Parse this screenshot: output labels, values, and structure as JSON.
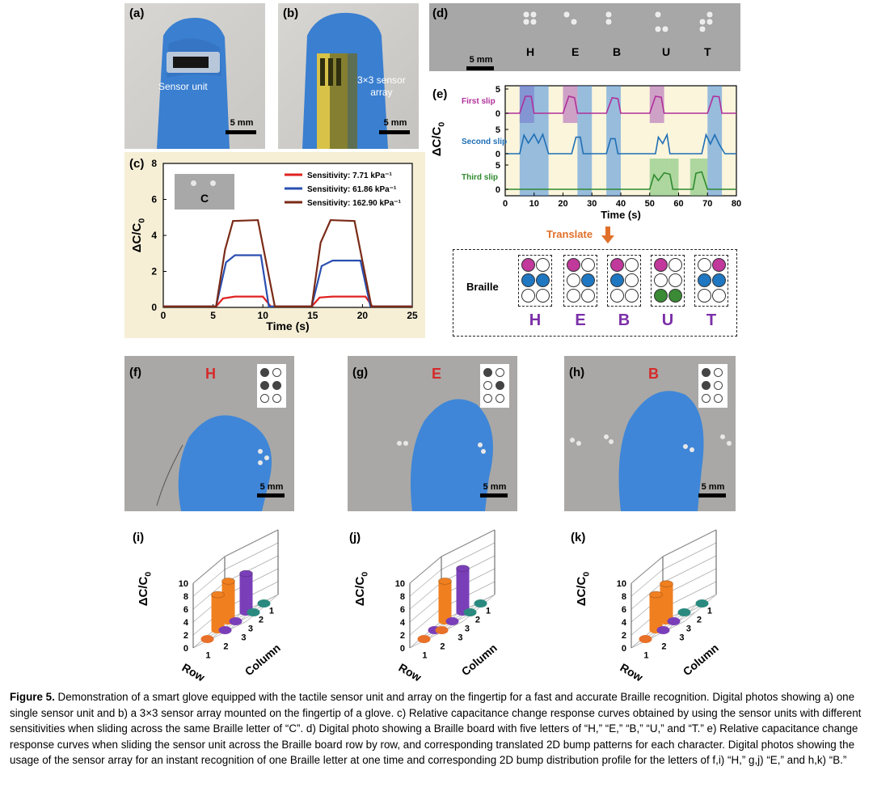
{
  "panels": {
    "a": {
      "label": "(a)",
      "annotation": "Sensor unit",
      "scale": "5 mm"
    },
    "b": {
      "label": "(b)",
      "annotation": "3×3 sensor\narray",
      "scale": "5 mm"
    },
    "d": {
      "label": "(d)",
      "letters": [
        "H",
        "E",
        "B",
        "U",
        "T"
      ],
      "scale": "5 mm"
    },
    "c": {
      "label": "(c)",
      "inset_letter": "C"
    },
    "e": {
      "label": "(e)",
      "translate": "Translate"
    },
    "braille": {
      "row_label": "Braille",
      "cells": [
        {
          "letter": "H",
          "dots": [
            "p",
            "w",
            "b",
            "b",
            "w",
            "w"
          ]
        },
        {
          "letter": "E",
          "dots": [
            "p",
            "w",
            "w",
            "b",
            "w",
            "w"
          ]
        },
        {
          "letter": "B",
          "dots": [
            "p",
            "w",
            "b",
            "w",
            "w",
            "w"
          ]
        },
        {
          "letter": "U",
          "dots": [
            "p",
            "w",
            "w",
            "w",
            "g",
            "g"
          ]
        },
        {
          "letter": "T",
          "dots": [
            "w",
            "p",
            "b",
            "b",
            "w",
            "w"
          ]
        }
      ],
      "colors": {
        "p": "#c0399b",
        "b": "#1f77c1",
        "g": "#3a8a36",
        "w": "#ffffff",
        "letter": "#7b2fa8"
      }
    },
    "f": {
      "label": "(f)",
      "letter": "H",
      "scale": "5 mm",
      "dots": [
        "k",
        "w",
        "k",
        "k",
        "w",
        "w"
      ]
    },
    "g": {
      "label": "(g)",
      "letter": "E",
      "scale": "5 mm",
      "dots": [
        "k",
        "w",
        "w",
        "k",
        "w",
        "w"
      ]
    },
    "h": {
      "label": "(h)",
      "letter": "B",
      "scale": "5 mm",
      "dots": [
        "k",
        "w",
        "k",
        "w",
        "w",
        "w"
      ]
    },
    "i": {
      "label": "(i)"
    },
    "j": {
      "label": "(j)"
    },
    "k": {
      "label": "(k)"
    }
  },
  "chart_data": [
    {
      "panel": "c",
      "type": "line",
      "xlabel": "Time (s)",
      "ylabel": "ΔC/C0",
      "xlim": [
        0,
        25
      ],
      "ylim": [
        0,
        8
      ],
      "xticks": [
        0,
        5,
        10,
        15,
        20,
        25
      ],
      "yticks": [
        0,
        2,
        4,
        6,
        8
      ],
      "legend_position": "top-right",
      "series": [
        {
          "name": "Sensitivity: 7.71 kPa⁻¹",
          "color": "#e02020",
          "x": [
            0,
            5.3,
            6.0,
            7.2,
            10.0,
            10.8,
            14.9,
            15.7,
            17.0,
            20.3,
            21.0,
            25
          ],
          "y": [
            0.05,
            0.05,
            0.5,
            0.6,
            0.6,
            0.05,
            0.05,
            0.55,
            0.6,
            0.6,
            0.05,
            0.05
          ]
        },
        {
          "name": "Sensitivity: 61.86 kPa⁻¹",
          "color": "#2a4fb0",
          "x": [
            0,
            5.3,
            6.3,
            7.2,
            9.8,
            10.6,
            14.9,
            15.9,
            17.0,
            19.8,
            20.8,
            25
          ],
          "y": [
            0.05,
            0.05,
            2.5,
            2.9,
            2.9,
            0.05,
            0.05,
            2.3,
            2.6,
            2.6,
            0.05,
            0.05
          ]
        },
        {
          "name": "Sensitivity: 162.90 kPa⁻¹",
          "color": "#7a2a17",
          "x": [
            0,
            5.3,
            6.2,
            7.0,
            9.5,
            11.2,
            14.9,
            15.8,
            16.8,
            19.2,
            20.9,
            25
          ],
          "y": [
            0.05,
            0.05,
            3.2,
            4.8,
            4.85,
            0.05,
            0.05,
            3.6,
            4.85,
            4.8,
            0.05,
            0.05
          ]
        }
      ]
    },
    {
      "panel": "e",
      "type": "line",
      "xlabel": "Time (s)",
      "ylabel": "ΔC/C0",
      "xlim": [
        0,
        80
      ],
      "xticks": [
        0,
        10,
        20,
        30,
        40,
        50,
        60,
        70,
        80
      ],
      "yticks_each": [
        0,
        5
      ],
      "series": [
        {
          "name": "First slip",
          "color": "#b0309a",
          "x": [
            0,
            5,
            7,
            9,
            10,
            20,
            22,
            24,
            25,
            35,
            37,
            39,
            40,
            50,
            52,
            54,
            55,
            70,
            72,
            74,
            75,
            80
          ],
          "y": [
            0,
            0,
            3.5,
            3.5,
            0,
            0,
            3.5,
            3.2,
            0,
            0,
            3.2,
            3.0,
            0,
            0,
            3.5,
            3.3,
            0,
            0,
            3.5,
            3.4,
            0,
            0
          ]
        },
        {
          "name": "Second slip",
          "color": "#1f6fb5",
          "x": [
            0,
            5,
            6.5,
            8,
            10,
            11.5,
            13,
            15,
            23,
            24.5,
            26,
            27,
            35,
            36.5,
            38,
            39,
            52,
            53,
            54.5,
            56,
            57,
            68,
            69.5,
            71,
            72.5,
            74,
            76,
            80
          ],
          "y": [
            0,
            0,
            3.8,
            2.2,
            4.0,
            2.2,
            4.0,
            0,
            0,
            3.4,
            3.4,
            0,
            0,
            3.1,
            3.1,
            0,
            0,
            3.4,
            2.1,
            3.9,
            0,
            0,
            3.9,
            2.0,
            3.9,
            2.0,
            0,
            0
          ]
        },
        {
          "name": "Third slip",
          "color": "#2f8a2f",
          "x": [
            0,
            50,
            51.5,
            53,
            55,
            57,
            58,
            59,
            65,
            66,
            68,
            70,
            80
          ],
          "y": [
            0,
            0,
            3.0,
            1.8,
            3.4,
            3.1,
            0,
            0,
            0,
            3.3,
            3.6,
            0,
            0
          ]
        }
      ],
      "shading": [
        {
          "from": 5,
          "to": 10,
          "color": "purple"
        },
        {
          "from": 5,
          "to": 15,
          "color": "blue"
        },
        {
          "from": 20,
          "to": 25,
          "color": "purple"
        },
        {
          "from": 25,
          "to": 30,
          "color": "blue"
        },
        {
          "from": 35,
          "to": 40,
          "color": "blue"
        },
        {
          "from": 50,
          "to": 55,
          "color": "purple"
        },
        {
          "from": 50,
          "to": 57,
          "color": "green"
        },
        {
          "from": 57,
          "to": 60,
          "color": "green"
        },
        {
          "from": 64,
          "to": 70,
          "color": "green"
        },
        {
          "from": 70,
          "to": 75,
          "color": "blue"
        }
      ]
    },
    {
      "panel": "i",
      "type": "bar3d",
      "xlabel": "Row",
      "ylabel": "Column",
      "zlabel": "ΔC/C0",
      "zlim": [
        0,
        10
      ],
      "zticks": [
        0,
        2,
        4,
        6,
        8,
        10
      ],
      "bars": [
        {
          "row": 1,
          "col": 1,
          "value": 6.2,
          "color": "#f07f20"
        },
        {
          "row": 2,
          "col": 1,
          "value": 5.5,
          "color": "#f07f20"
        },
        {
          "row": 1,
          "col": 2,
          "value": 6.0,
          "color": "#7a3fb8"
        },
        {
          "row": 2,
          "col": 2,
          "value": 0.2,
          "color": "#7a3fb8"
        },
        {
          "row": 3,
          "col": 1,
          "value": 0.2,
          "color": "#e87028"
        },
        {
          "row": 1,
          "col": 3,
          "value": 0.2,
          "color": "#2a8a80"
        },
        {
          "row": 2,
          "col": 3,
          "value": 0.2,
          "color": "#2a8a80"
        },
        {
          "row": 3,
          "col": 2,
          "value": 0.2,
          "color": "#7a3fb8"
        }
      ]
    },
    {
      "panel": "j",
      "type": "bar3d",
      "xlabel": "Row",
      "ylabel": "Column",
      "zlabel": "ΔC/C0",
      "zlim": [
        0,
        10
      ],
      "zticks": [
        0,
        2,
        4,
        6,
        8,
        10
      ],
      "bars": [
        {
          "row": 1,
          "col": 1,
          "value": 6.2,
          "color": "#f07f20"
        },
        {
          "row": 2,
          "col": 1,
          "value": 0.2,
          "color": "#7a3fb8"
        },
        {
          "row": 1,
          "col": 2,
          "value": 6.8,
          "color": "#7a3fb8"
        },
        {
          "row": 3,
          "col": 1,
          "value": 0.2,
          "color": "#e87028"
        },
        {
          "row": 2,
          "col": 2,
          "value": 0.2,
          "color": "#7a3fb8"
        },
        {
          "row": 1,
          "col": 3,
          "value": 0.2,
          "color": "#2a8a80"
        },
        {
          "row": 2,
          "col": 3,
          "value": 0.2,
          "color": "#2a8a80"
        },
        {
          "row": 3,
          "col": 2,
          "value": 0.2,
          "color": "#e87028"
        }
      ]
    },
    {
      "panel": "k",
      "type": "bar3d",
      "xlabel": "Row",
      "ylabel": "Column",
      "zlabel": "ΔC/C0",
      "zlim": [
        0,
        10
      ],
      "zticks": [
        0,
        2,
        4,
        6,
        8,
        10
      ],
      "bars": [
        {
          "row": 1,
          "col": 1,
          "value": 5.8,
          "color": "#f07f20"
        },
        {
          "row": 2,
          "col": 1,
          "value": 5.5,
          "color": "#f07f20"
        },
        {
          "row": 1,
          "col": 2,
          "value": 0.2,
          "color": "#2a8a80"
        },
        {
          "row": 2,
          "col": 2,
          "value": 0.2,
          "color": "#7a3fb8"
        },
        {
          "row": 3,
          "col": 1,
          "value": 0.2,
          "color": "#e87028"
        },
        {
          "row": 1,
          "col": 3,
          "value": 0.2,
          "color": "#2a8a80"
        },
        {
          "row": 3,
          "col": 2,
          "value": 0.2,
          "color": "#7a3fb8"
        }
      ]
    }
  ],
  "caption": {
    "lead": "Figure 5.",
    "text": " Demonstration of a smart glove equipped with the tactile sensor unit and array on the fingertip for a fast and accurate Braille recognition. Digital photos showing a) one single sensor unit and b) a 3×3 sensor array mounted on the fingertip of a glove. c) Relative capacitance change response curves obtained by using the sensor units with different sensitivities when sliding across the same Braille letter of “C”. d) Digital photo showing a Braille board with five letters of “H,” “E,” “B,” “U,” and “T.” e) Relative capacitance change response curves when sliding the sensor unit across the Braille board row by row, and corresponding translated 2D bump patterns for each character. Digital photos showing the usage of the sensor array for an instant recognition of one Braille letter at one time and corresponding 2D bump distribution profile for the letters of f,i) “H,” g,j) “E,” and h,k) “B.”"
  }
}
